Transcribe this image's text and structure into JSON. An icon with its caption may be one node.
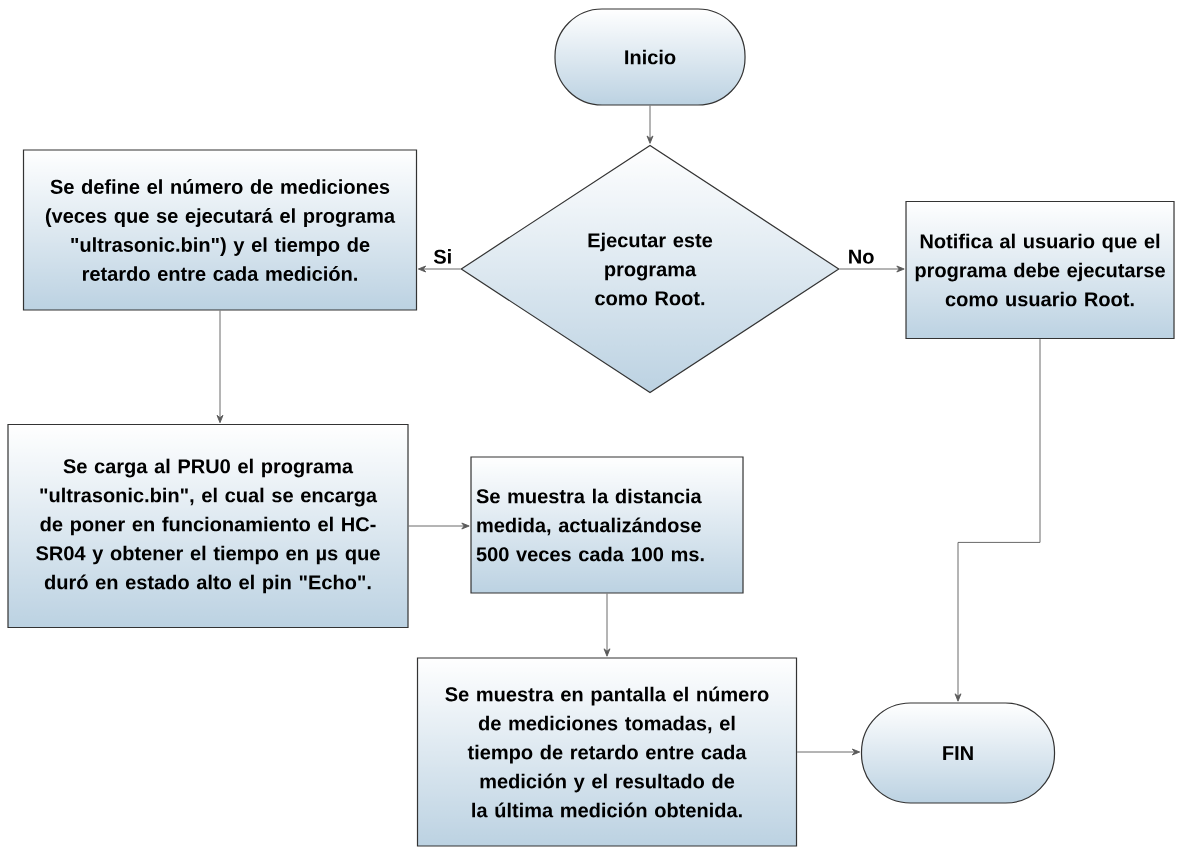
{
  "diagram": {
    "nodes": [
      {
        "text": [
          "Inicio"
        ]
      },
      {
        "text": [
          "Ejecutar este programa como Root."
        ]
      },
      {
        "text": [
          "Se define el número de mediciones (veces que se ejecutará el programa \"ultrasonic.bin\") y el tiempo de retardo entre cada medición."
        ]
      },
      {
        "text": [
          "Notifica al usuario que el programa debe ejecutarse como usuario Root."
        ]
      },
      {
        "text": [
          "Se carga al PRU0 el programa \"ultrasonic.bin\", el cual se encarga de poner en funcionamiento el HC-SR04 y obtener el tiempo en µs que duró en estado alto el pin \"Echo\"."
        ]
      },
      {
        "text": [
          "Se muestra la distancia medida, actualizándose 500 veces cada 100 ms."
        ]
      },
      {
        "text": [
          "Se muestra en pantalla el número de mediciones tomadas, el tiempo de retardo entre cada medición y el resultado de la última medición obtenida."
        ]
      },
      {
        "text": [
          "FIN"
        ]
      }
    ],
    "edges": [
      {
        "from": 0,
        "to": 1,
        "arrow": "to"
      },
      {
        "from": 1,
        "to": 2,
        "arrow": "to",
        "label": "Si"
      },
      {
        "from": 1,
        "to": 3,
        "arrow": "to",
        "label": "No"
      },
      {
        "from": 2,
        "to": 4,
        "arrow": "to"
      },
      {
        "from": 4,
        "to": 5,
        "arrow": "to"
      },
      {
        "from": 5,
        "to": 6,
        "arrow": "to"
      },
      {
        "from": 6,
        "to": 7,
        "arrow": "to"
      },
      {
        "from": 3,
        "to": 7,
        "arrow": "to"
      }
    ]
  }
}
